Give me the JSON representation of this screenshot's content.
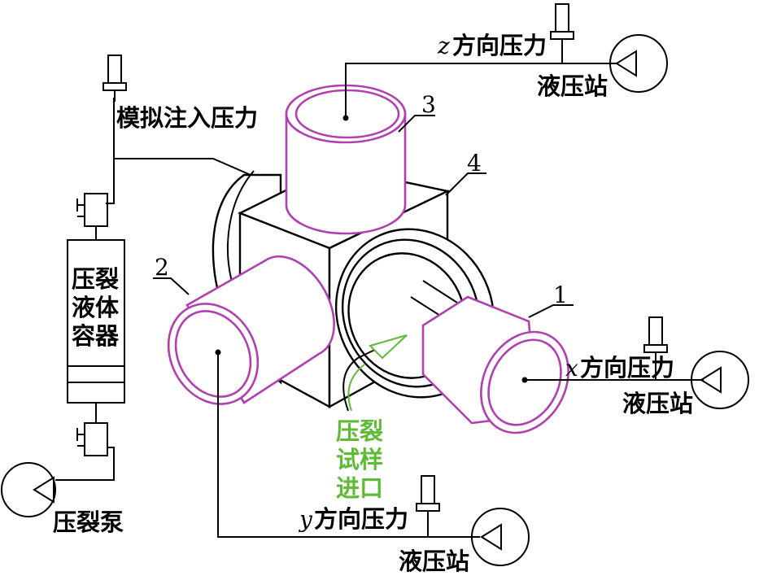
{
  "labels": {
    "z_pressure_axis": "z",
    "z_pressure_text": "方向压力",
    "z_station": "液压站",
    "inject_pressure": "模拟注入压力",
    "part_3": "3",
    "part_4": "4",
    "part_2": "2",
    "part_1": "1",
    "x_pressure_axis": "x",
    "x_pressure_text": "方向压力",
    "x_station": "液压站",
    "y_pressure_axis": "y",
    "y_pressure_text": "方向压力",
    "y_station": "液压站",
    "container_line1": "压裂",
    "container_line2": "液体",
    "container_line3": "容器",
    "frac_pump": "压裂泵",
    "sample_inlet_line1": "压裂",
    "sample_inlet_line2": "试样",
    "sample_inlet_line3": "进口"
  },
  "colors": {
    "piston_outline": "#b040b0",
    "inlet_label": "#5fba35"
  }
}
